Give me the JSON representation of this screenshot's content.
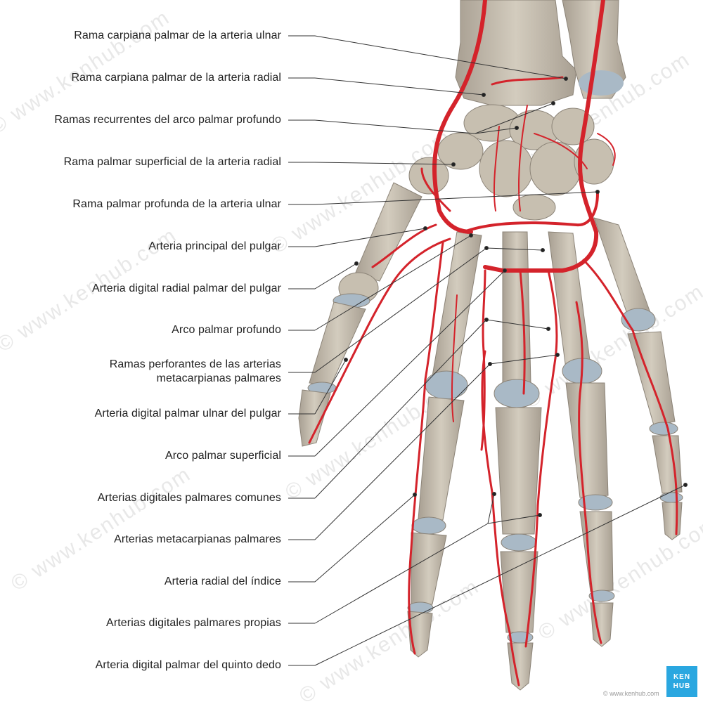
{
  "labels": [
    "Rama carpiana palmar de la arteria ulnar",
    "Rama carpiana palmar de la arteria radial",
    "Ramas recurrentes del arco palmar profundo",
    "Rama palmar superficial de la arteria radial",
    "Rama palmar profunda de la arteria ulnar",
    "Arteria principal del pulgar",
    "Arteria digital radial palmar del pulgar",
    "Arco palmar profundo",
    "Ramas perforantes de las arterias",
    "metacarpianas palmares",
    "Arteria digital palmar ulnar del pulgar",
    "Arco palmar superficial",
    "Arterias digitales palmares comunes",
    "Arterias metacarpianas palmares",
    "Arteria radial del índice",
    "Arterias digitales palmares propias",
    "Arteria digital palmar del quinto dedo"
  ],
  "watermark": "© www.kenhub.com",
  "credit": "© www.kenhub.com",
  "logo": {
    "line1": "KEN",
    "line2": "HUB"
  },
  "colors": {
    "bone": "#cbc3b4",
    "bone_shadow": "#9e968a",
    "cartilage": "#a9b9c6",
    "artery": "#d4232b",
    "leader": "#333333",
    "logo": "#2aa7e0"
  }
}
